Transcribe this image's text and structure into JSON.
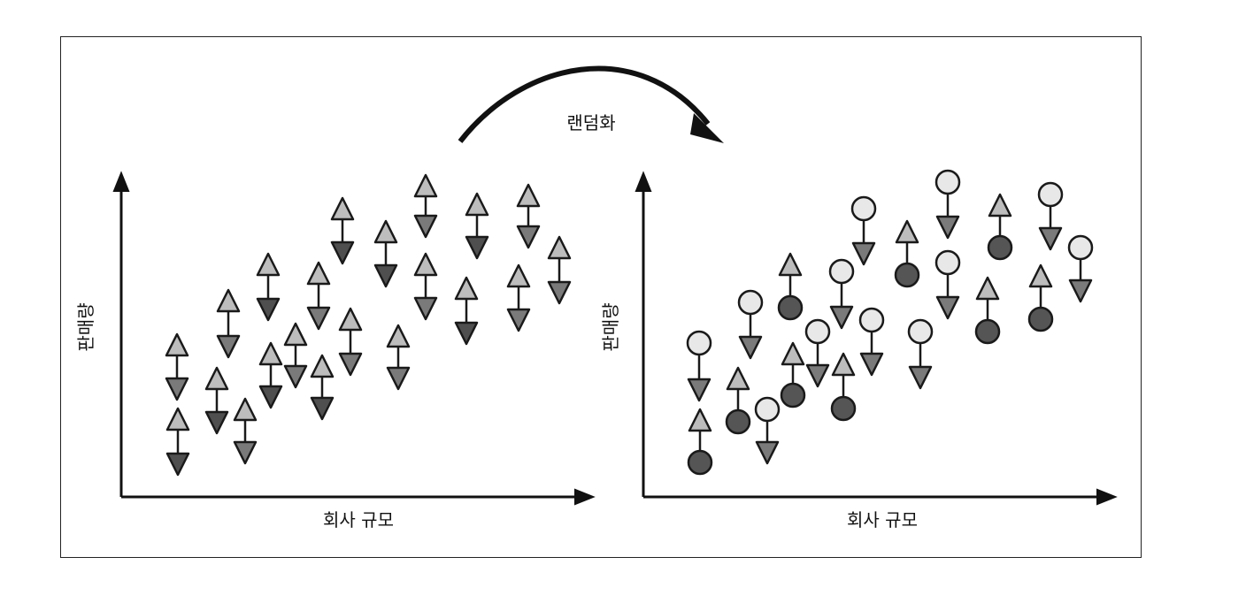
{
  "transform_label": "랜덤화",
  "panels": [
    {
      "id": "before",
      "x_label": "회사 규모",
      "y_label": "판매량"
    },
    {
      "id": "after",
      "x_label": "회사 규모",
      "y_label": "판매량"
    }
  ],
  "legend_encoding": {
    "up_marker": "light-gray-triangle",
    "down_marker": "dark-gray-triangle",
    "randomized_up": "light-gray-circle",
    "randomized_down": "dark-gray-circle"
  },
  "colors": {
    "stroke": "#1a1a1a",
    "up_fill": "#bdbdbd",
    "down_fill_mid": "#7a7a7a",
    "down_fill_dark": "#4f4f4f",
    "circle_light": "#e8e8e8",
    "circle_dark": "#555555"
  }
}
